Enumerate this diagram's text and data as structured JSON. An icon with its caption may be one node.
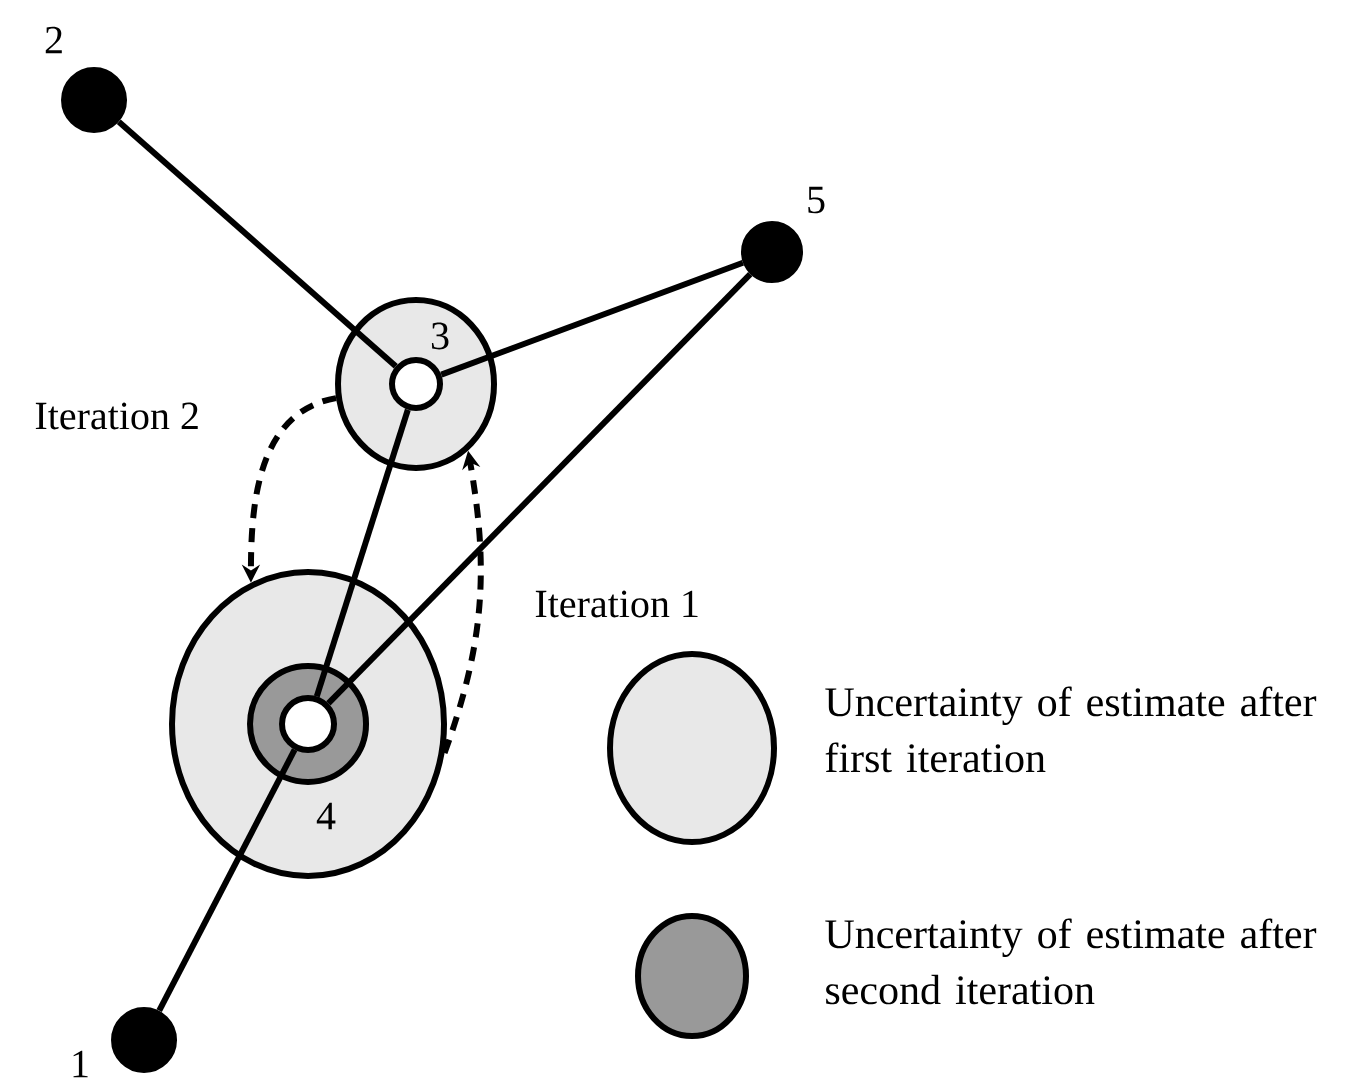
{
  "diagram": {
    "nodes": [
      {
        "text": [
          "2"
        ]
      },
      {
        "text": [
          "3"
        ]
      },
      {
        "text": [],
        "shape": "circle",
        "in": 1
      },
      {
        "text": [
          "5"
        ]
      },
      {
        "text": [
          "4"
        ]
      },
      {
        "text": [],
        "shape": "circle",
        "in": 4
      },
      {
        "text": [],
        "shape": "circle",
        "in": 5
      },
      {
        "text": [
          "1"
        ]
      }
    ],
    "edges": [
      {
        "from": 0,
        "to": 2,
        "arrow": "none"
      },
      {
        "from": 2,
        "to": 3,
        "arrow": "none"
      },
      {
        "from": 2,
        "to": 6,
        "arrow": "none"
      },
      {
        "from": 6,
        "to": 3,
        "arrow": "none"
      },
      {
        "from": 7,
        "to": 6,
        "arrow": "none"
      },
      {
        "from": 1,
        "to": 4,
        "arrow": "to",
        "style": "dashed",
        "label": "Iteration 2"
      },
      {
        "from": 4,
        "to": 1,
        "arrow": "to",
        "style": "dashed",
        "label": "Iteration 1"
      }
    ],
    "legend": [
      {
        "text": "Uncertainty of estimate after first iteration",
        "color": "#e8e8e8"
      },
      {
        "text": "Uncertainty of estimate after second iteration",
        "color": "#999999"
      }
    ]
  }
}
